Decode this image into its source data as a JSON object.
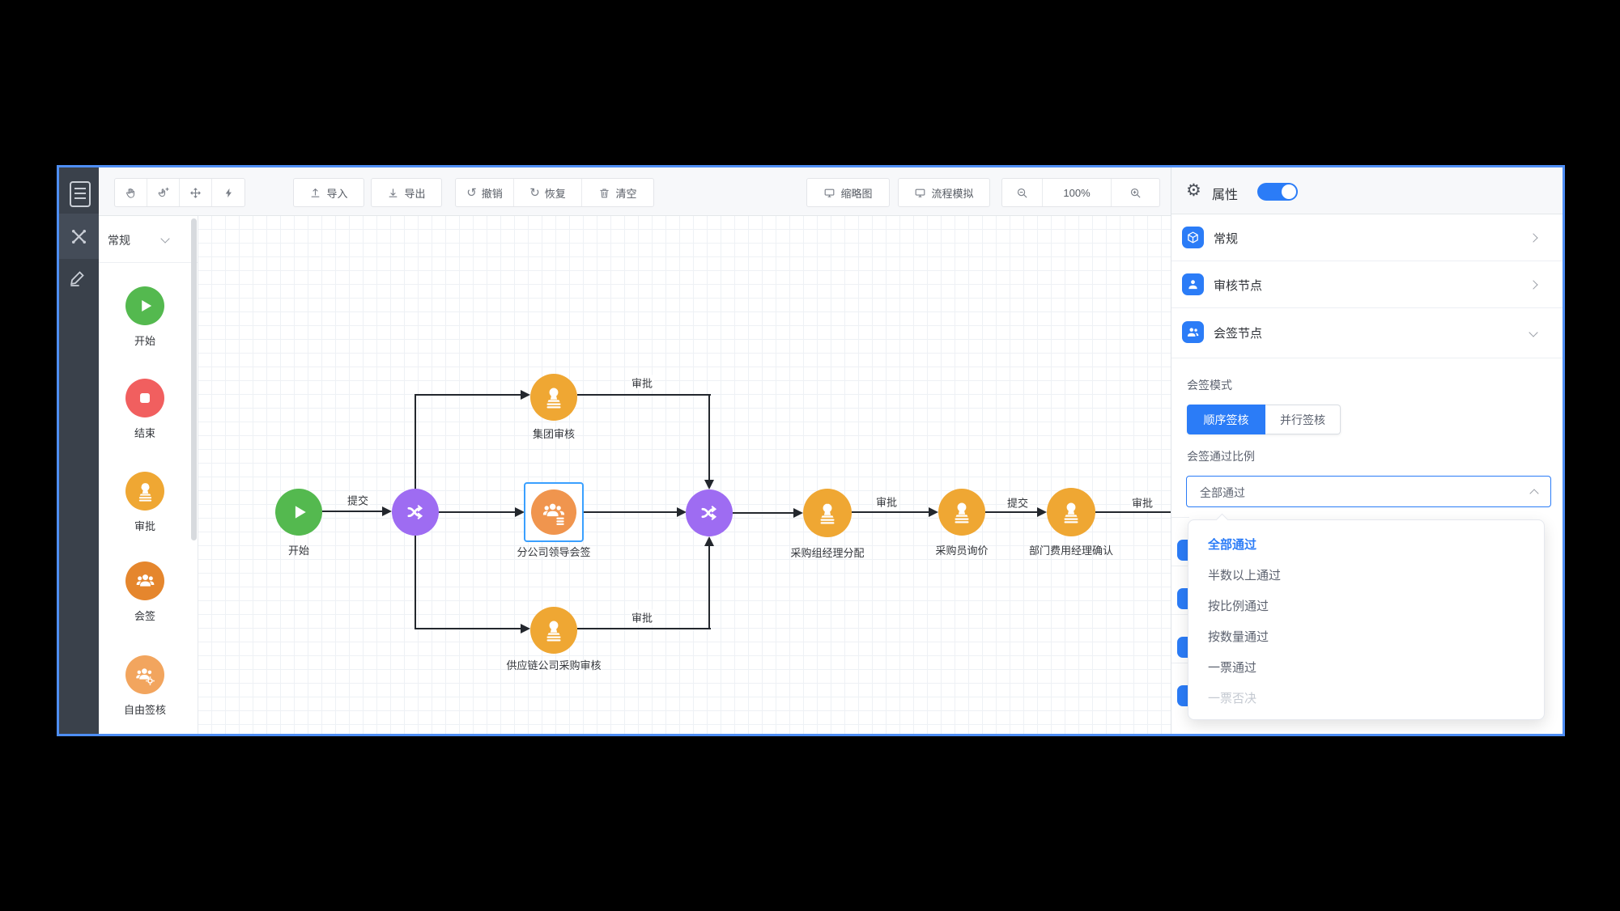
{
  "colors": {
    "accent": "#2b7cf7",
    "start_green": "#54b94f",
    "end_red": "#f15f5f",
    "approve_amber": "#efa733",
    "countersign_orange": "#e5862d",
    "free_sign_orange": "#f2a55e",
    "gateway_purple": "#9e6cf2",
    "selected_node_orange": "#f0954e",
    "edge_dark": "#23272d",
    "selection_blue": "#3aa0ff"
  },
  "rail": {
    "icons": [
      {
        "name": "form-icon"
      },
      {
        "name": "node-links-icon"
      },
      {
        "name": "pencil-icon"
      }
    ]
  },
  "toolbar": {
    "tools": [
      {
        "icon": "hand-pan-icon"
      },
      {
        "icon": "hand-plus-icon"
      },
      {
        "icon": "move-cross-icon"
      },
      {
        "icon": "lightning-icon"
      }
    ],
    "import_label": "导入",
    "export_label": "导出",
    "undo_label": "撤销",
    "redo_label": "恢复",
    "clear_label": "清空",
    "minimap_label": "缩略图",
    "simulate_label": "流程模拟",
    "zoom_level": "100%",
    "undo_glyph": "↺",
    "redo_glyph": "↻"
  },
  "palette": {
    "category_label": "常规",
    "items": [
      {
        "label": "开始",
        "icon": "play"
      },
      {
        "label": "结束",
        "icon": "stop"
      },
      {
        "label": "审批",
        "icon": "stamp"
      },
      {
        "label": "会签",
        "icon": "people"
      },
      {
        "label": "自由签核",
        "icon": "people-gear"
      }
    ]
  },
  "canvas": {
    "nodes": [
      {
        "label": "开始",
        "type": "start"
      },
      {
        "label": "集团审核",
        "type": "approve"
      },
      {
        "label": "分公司领导会签",
        "type": "countersign",
        "selected": true
      },
      {
        "label": "供应链公司采购审核",
        "type": "approve"
      },
      {
        "label": "采购组经理分配",
        "type": "approve"
      },
      {
        "label": "采购员询价",
        "type": "approve"
      },
      {
        "label": "部门费用经理确认",
        "type": "approve"
      }
    ],
    "edge_labels": [
      {
        "text": "提交"
      },
      {
        "text": "审批"
      },
      {
        "text": "审批"
      },
      {
        "text": "审批"
      },
      {
        "text": "提交"
      },
      {
        "text": "审批"
      }
    ]
  },
  "panel": {
    "title": "属性",
    "toggle_on": true,
    "sections": [
      {
        "label": "常规",
        "chevron": "right"
      },
      {
        "label": "审核节点",
        "chevron": "right"
      },
      {
        "label": "会签节点",
        "chevron": "down"
      }
    ],
    "sign_mode_label": "会签模式",
    "mode_options": [
      {
        "label": "顺序签核",
        "active": true
      },
      {
        "label": "并行签核",
        "active": false
      }
    ],
    "pass_ratio_label": "会签通过比例",
    "select_value": "全部通过",
    "dropdown_options": [
      {
        "label": "全部通过",
        "state": "selected"
      },
      {
        "label": "半数以上通过",
        "state": "normal"
      },
      {
        "label": "按比例通过",
        "state": "normal"
      },
      {
        "label": "按数量通过",
        "state": "normal"
      },
      {
        "label": "一票通过",
        "state": "normal"
      },
      {
        "label": "一票否决",
        "state": "disabled"
      }
    ]
  }
}
